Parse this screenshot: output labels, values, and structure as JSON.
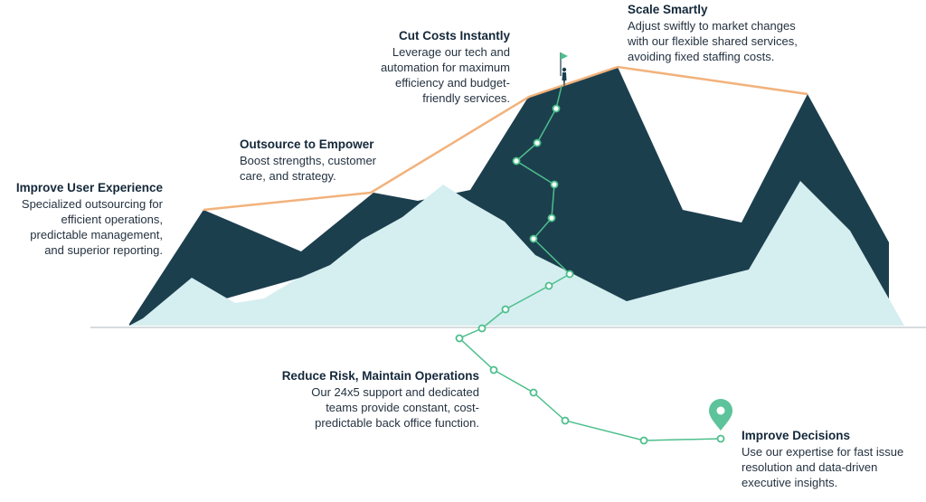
{
  "milestones": {
    "improve_user_experience": {
      "title": "Improve User Experience",
      "lines": [
        "Specialized outsourcing for",
        "efficient operations,",
        "predictable management,",
        "and superior reporting."
      ]
    },
    "outsource_to_empower": {
      "title": "Outsource to Empower",
      "lines": [
        "Boost strengths, customer",
        "care, and strategy."
      ]
    },
    "cut_costs_instantly": {
      "title": "Cut Costs Instantly",
      "lines": [
        "Leverage our tech and",
        "automation for maximum",
        "efficiency and budget-",
        "friendly services."
      ]
    },
    "scale_smartly": {
      "title": "Scale Smartly",
      "lines": [
        "Adjust swiftly to market changes",
        "with our flexible shared services,",
        "avoiding fixed staffing costs."
      ]
    },
    "reduce_risk": {
      "title": "Reduce Risk, Maintain Operations",
      "lines": [
        "Our 24x5 support and dedicated",
        "teams provide constant, cost-",
        "predictable back office function."
      ]
    },
    "improve_decisions": {
      "title": "Improve Decisions",
      "lines": [
        "Use our expertise for fast issue",
        "resolution and data-driven",
        "executive insights."
      ]
    }
  },
  "colors": {
    "dark_mountain": "#1c3f4e",
    "light_mountain": "#d5eef0",
    "orange_line": "#f2b27c",
    "path_green": "#4dbf8c",
    "pin_green": "#5cc39a",
    "ground_line": "#c8d0d4",
    "text_title": "#14283a",
    "text_body": "#243240"
  },
  "icons": {
    "flag": "flag-icon",
    "climber": "climber-icon",
    "pin": "location-pin-icon"
  }
}
